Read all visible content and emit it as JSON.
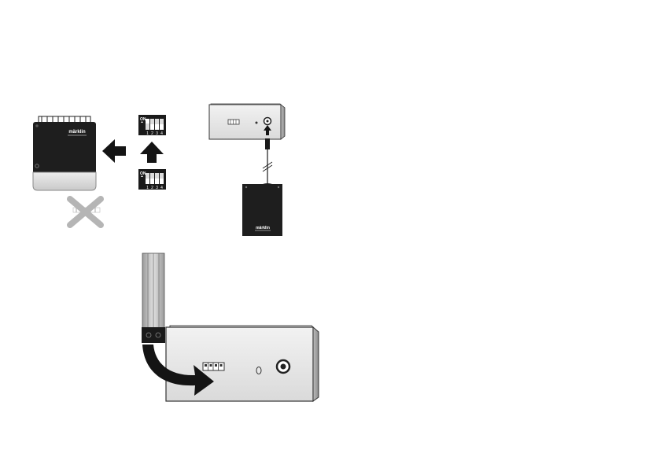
{
  "figure": {
    "title": "",
    "device_left": {
      "brand": "märklin"
    },
    "dip_switch_top": {
      "on_label": "ON",
      "numbers": [
        "1",
        "2",
        "3",
        "4"
      ]
    },
    "dip_switch_bottom": {
      "on_label": "ON",
      "numbers": [
        "1",
        "2",
        "3",
        "4"
      ]
    },
    "device_right": {
      "brand": "märklin"
    }
  },
  "colors": {
    "dark_device": "#1e1e1e",
    "light_case": "#e6e6e6",
    "case_outline": "#333333",
    "arrow": "#141414",
    "cross": "#b5b5b5"
  }
}
